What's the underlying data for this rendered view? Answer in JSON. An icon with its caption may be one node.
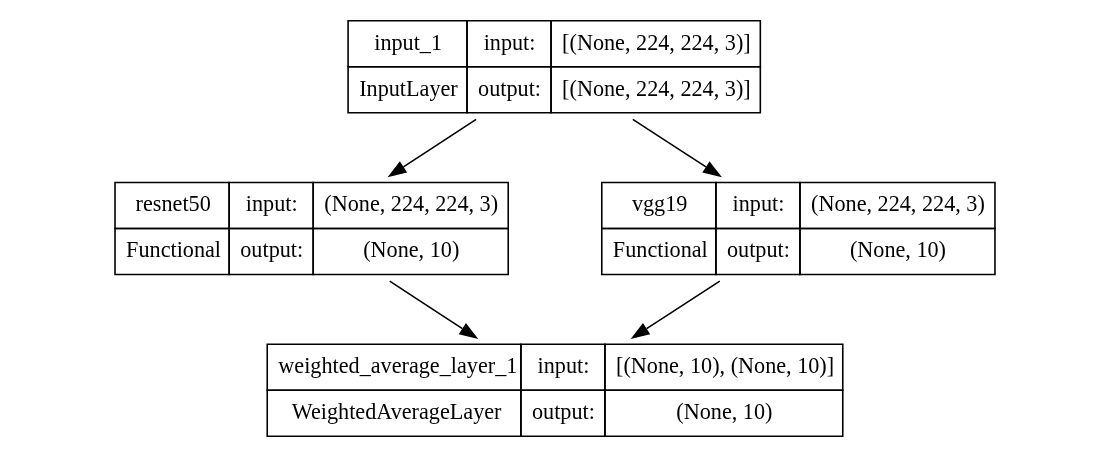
{
  "diagram": {
    "nodes": [
      {
        "text": [
          "input_1",
          "input:",
          "[(None, 224, 224, 3)]",
          "InputLayer",
          "output:",
          "[(None, 224, 224, 3)]"
        ]
      },
      {
        "text": [
          "resnet50",
          "input:",
          "(None, 224, 224, 3)",
          "Functional",
          "output:",
          "(None, 10)"
        ]
      },
      {
        "text": [
          "vgg19",
          "input:",
          "(None, 224, 224, 3)",
          "Functional",
          "output:",
          "(None, 10)"
        ]
      },
      {
        "text": [
          "weighted_average_layer_1",
          "input:",
          "[(None, 10), (None, 10)]",
          "WeightedAverageLayer",
          "output:",
          "(None, 10)"
        ]
      }
    ],
    "edges": [
      {
        "from": 0,
        "to": 1,
        "arrow": "to"
      },
      {
        "from": 0,
        "to": 2,
        "arrow": "to"
      },
      {
        "from": 1,
        "to": 3,
        "arrow": "to"
      },
      {
        "from": 2,
        "to": 3,
        "arrow": "to"
      }
    ]
  }
}
